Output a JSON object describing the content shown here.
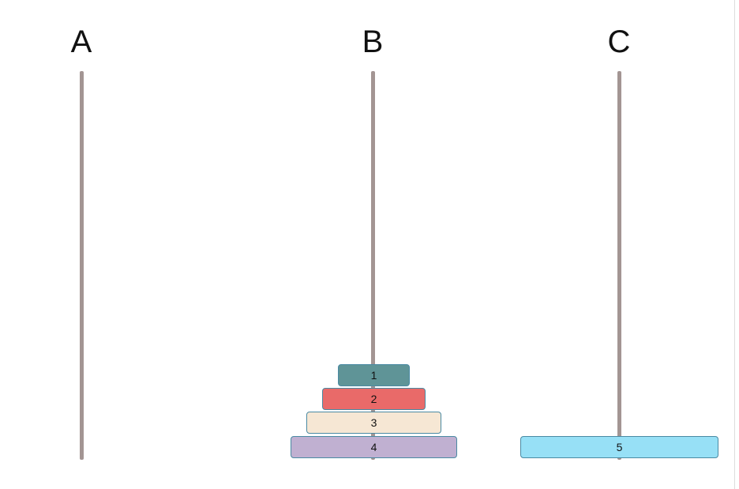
{
  "game": {
    "colors": {
      "rod": "#a39593",
      "disk_border": "#4a8aa3"
    },
    "pegs": [
      {
        "label": "A",
        "disks": []
      },
      {
        "label": "B",
        "disks": [
          {
            "label": "4",
            "color": "#c0b0d1"
          },
          {
            "label": "3",
            "color": "#f6e7d4"
          },
          {
            "label": "2",
            "color": "#e96a69"
          },
          {
            "label": "1",
            "color": "#5f9497"
          }
        ]
      },
      {
        "label": "C",
        "disks": [
          {
            "label": "5",
            "color": "#97e0f6"
          }
        ]
      }
    ]
  }
}
